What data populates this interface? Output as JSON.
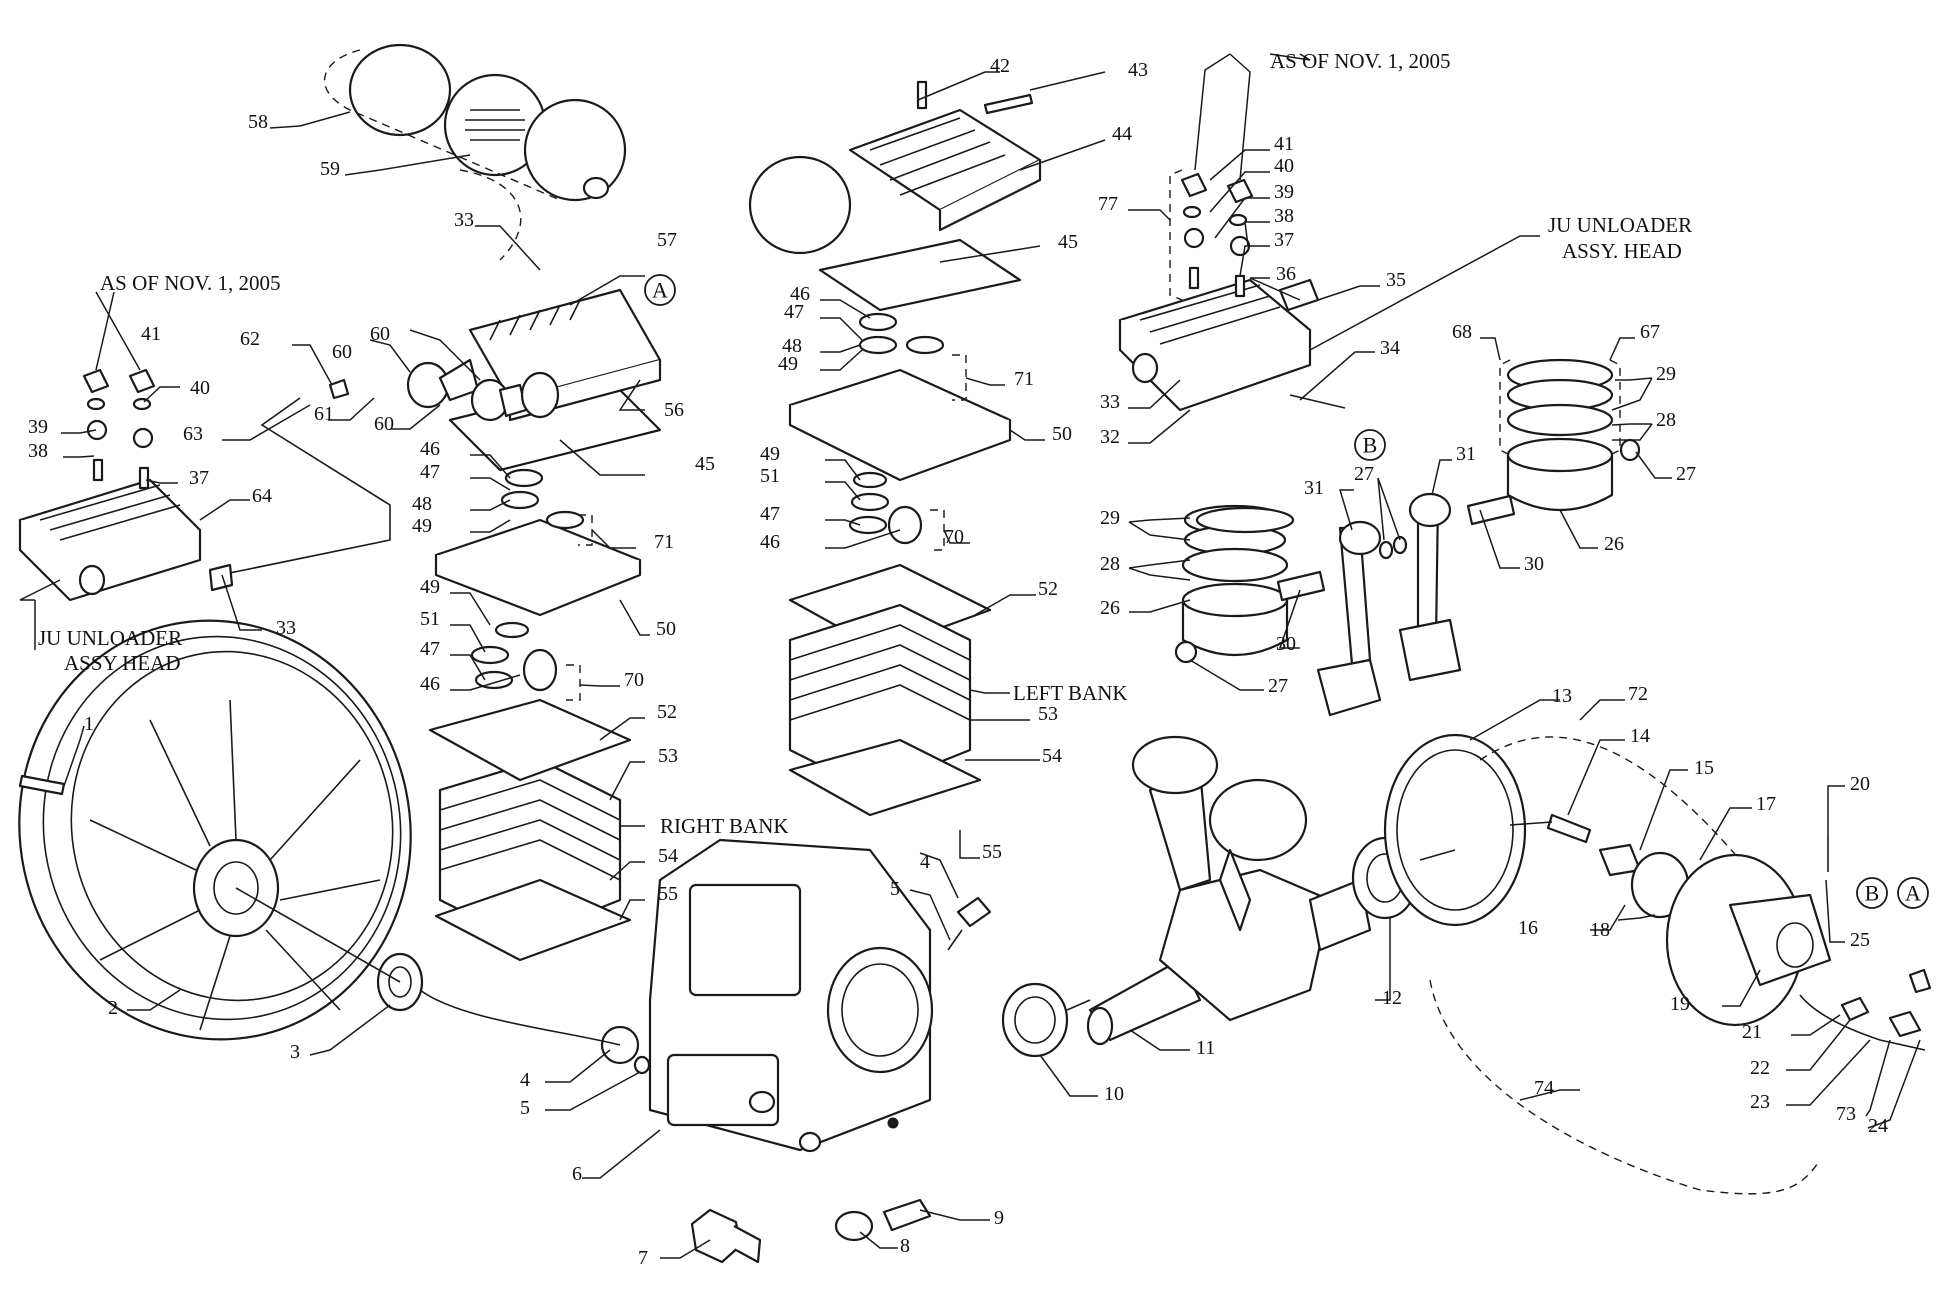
{
  "notes": {
    "as_of_left": "AS OF NOV. 1, 2005",
    "as_of_right": "AS OF NOV. 1, 2005",
    "ju_left_1": "JU UNLOADER",
    "ju_left_2": "ASSY HEAD",
    "ju_right_1": "JU UNLOADER",
    "ju_right_2": "ASSY. HEAD",
    "right_bank": "RIGHT BANK",
    "left_bank": "LEFT BANK"
  },
  "callouts": {
    "a_top": "A",
    "b_top": "B",
    "b_bottom": "B",
    "a_bottom": "A"
  },
  "parts": [
    {
      "id": "p42",
      "label": "42"
    },
    {
      "id": "p43",
      "label": "43"
    },
    {
      "id": "p44",
      "label": "44"
    },
    {
      "id": "p45a",
      "label": "45"
    },
    {
      "id": "p45b",
      "label": "45"
    },
    {
      "id": "p58",
      "label": "58"
    },
    {
      "id": "p59",
      "label": "59"
    },
    {
      "id": "p33a",
      "label": "33"
    },
    {
      "id": "p57",
      "label": "57"
    },
    {
      "id": "p41a",
      "label": "41"
    },
    {
      "id": "p40a",
      "label": "40"
    },
    {
      "id": "p39a",
      "label": "39"
    },
    {
      "id": "p38a",
      "label": "38"
    },
    {
      "id": "p37a",
      "label": "37"
    },
    {
      "id": "p64",
      "label": "64"
    },
    {
      "id": "p33b",
      "label": "33"
    },
    {
      "id": "p62",
      "label": "62"
    },
    {
      "id": "p60a",
      "label": "60"
    },
    {
      "id": "p60b",
      "label": "60"
    },
    {
      "id": "p60c",
      "label": "60"
    },
    {
      "id": "p61",
      "label": "61"
    },
    {
      "id": "p63",
      "label": "63"
    },
    {
      "id": "p56",
      "label": "56"
    },
    {
      "id": "p46a",
      "label": "46"
    },
    {
      "id": "p47a",
      "label": "47"
    },
    {
      "id": "p48a",
      "label": "48"
    },
    {
      "id": "p49a",
      "label": "49"
    },
    {
      "id": "p71a",
      "label": "71"
    },
    {
      "id": "p50a",
      "label": "50"
    },
    {
      "id": "p49b",
      "label": "49"
    },
    {
      "id": "p51a",
      "label": "51"
    },
    {
      "id": "p47b",
      "label": "47"
    },
    {
      "id": "p46b",
      "label": "46"
    },
    {
      "id": "p70a",
      "label": "70"
    },
    {
      "id": "p52a",
      "label": "52"
    },
    {
      "id": "p53a",
      "label": "53"
    },
    {
      "id": "p54a",
      "label": "54"
    },
    {
      "id": "p55a",
      "label": "55"
    },
    {
      "id": "p46c",
      "label": "46"
    },
    {
      "id": "p47c",
      "label": "47"
    },
    {
      "id": "p48b",
      "label": "48"
    },
    {
      "id": "p49c",
      "label": "49"
    },
    {
      "id": "p71b",
      "label": "71"
    },
    {
      "id": "p50b",
      "label": "50"
    },
    {
      "id": "p49d",
      "label": "49"
    },
    {
      "id": "p51b",
      "label": "51"
    },
    {
      "id": "p47d",
      "label": "47"
    },
    {
      "id": "p46d",
      "label": "46"
    },
    {
      "id": "p70b",
      "label": "70"
    },
    {
      "id": "p52b",
      "label": "52"
    },
    {
      "id": "p53b",
      "label": "53"
    },
    {
      "id": "p54b",
      "label": "54"
    },
    {
      "id": "p55b",
      "label": "55"
    },
    {
      "id": "p77",
      "label": "77"
    },
    {
      "id": "p41b",
      "label": "41"
    },
    {
      "id": "p40b",
      "label": "40"
    },
    {
      "id": "p39b",
      "label": "39"
    },
    {
      "id": "p38b",
      "label": "38"
    },
    {
      "id": "p37b",
      "label": "37"
    },
    {
      "id": "p36",
      "label": "36"
    },
    {
      "id": "p35",
      "label": "35"
    },
    {
      "id": "p34",
      "label": "34"
    },
    {
      "id": "p33c",
      "label": "33"
    },
    {
      "id": "p32",
      "label": "32"
    },
    {
      "id": "p68",
      "label": "68"
    },
    {
      "id": "p67",
      "label": "67"
    },
    {
      "id": "p29a",
      "label": "29"
    },
    {
      "id": "p28a",
      "label": "28"
    },
    {
      "id": "p27a",
      "label": "27"
    },
    {
      "id": "p26a",
      "label": "26"
    },
    {
      "id": "p30a",
      "label": "30"
    },
    {
      "id": "p31a",
      "label": "31"
    },
    {
      "id": "p31b",
      "label": "31"
    },
    {
      "id": "p27b",
      "label": "27"
    },
    {
      "id": "p29b",
      "label": "29"
    },
    {
      "id": "p28b",
      "label": "28"
    },
    {
      "id": "p26b",
      "label": "26"
    },
    {
      "id": "p30b",
      "label": "30"
    },
    {
      "id": "p27c",
      "label": "27"
    },
    {
      "id": "p1",
      "label": "1"
    },
    {
      "id": "p2",
      "label": "2"
    },
    {
      "id": "p3",
      "label": "3"
    },
    {
      "id": "p4a",
      "label": "4"
    },
    {
      "id": "p5a",
      "label": "5"
    },
    {
      "id": "p4b",
      "label": "4"
    },
    {
      "id": "p5b",
      "label": "5"
    },
    {
      "id": "p6",
      "label": "6"
    },
    {
      "id": "p7",
      "label": "7"
    },
    {
      "id": "p8",
      "label": "8"
    },
    {
      "id": "p9",
      "label": "9"
    },
    {
      "id": "p10",
      "label": "10"
    },
    {
      "id": "p11",
      "label": "11"
    },
    {
      "id": "p12",
      "label": "12"
    },
    {
      "id": "p13",
      "label": "13"
    },
    {
      "id": "p72",
      "label": "72"
    },
    {
      "id": "p14",
      "label": "14"
    },
    {
      "id": "p15",
      "label": "15"
    },
    {
      "id": "p17",
      "label": "17"
    },
    {
      "id": "p16",
      "label": "16"
    },
    {
      "id": "p18",
      "label": "18"
    },
    {
      "id": "p20",
      "label": "20"
    },
    {
      "id": "p25",
      "label": "25"
    },
    {
      "id": "p19",
      "label": "19"
    },
    {
      "id": "p21",
      "label": "21"
    },
    {
      "id": "p22",
      "label": "22"
    },
    {
      "id": "p23",
      "label": "23"
    },
    {
      "id": "p73",
      "label": "73"
    },
    {
      "id": "p24",
      "label": "24"
    },
    {
      "id": "p74",
      "label": "74"
    }
  ]
}
